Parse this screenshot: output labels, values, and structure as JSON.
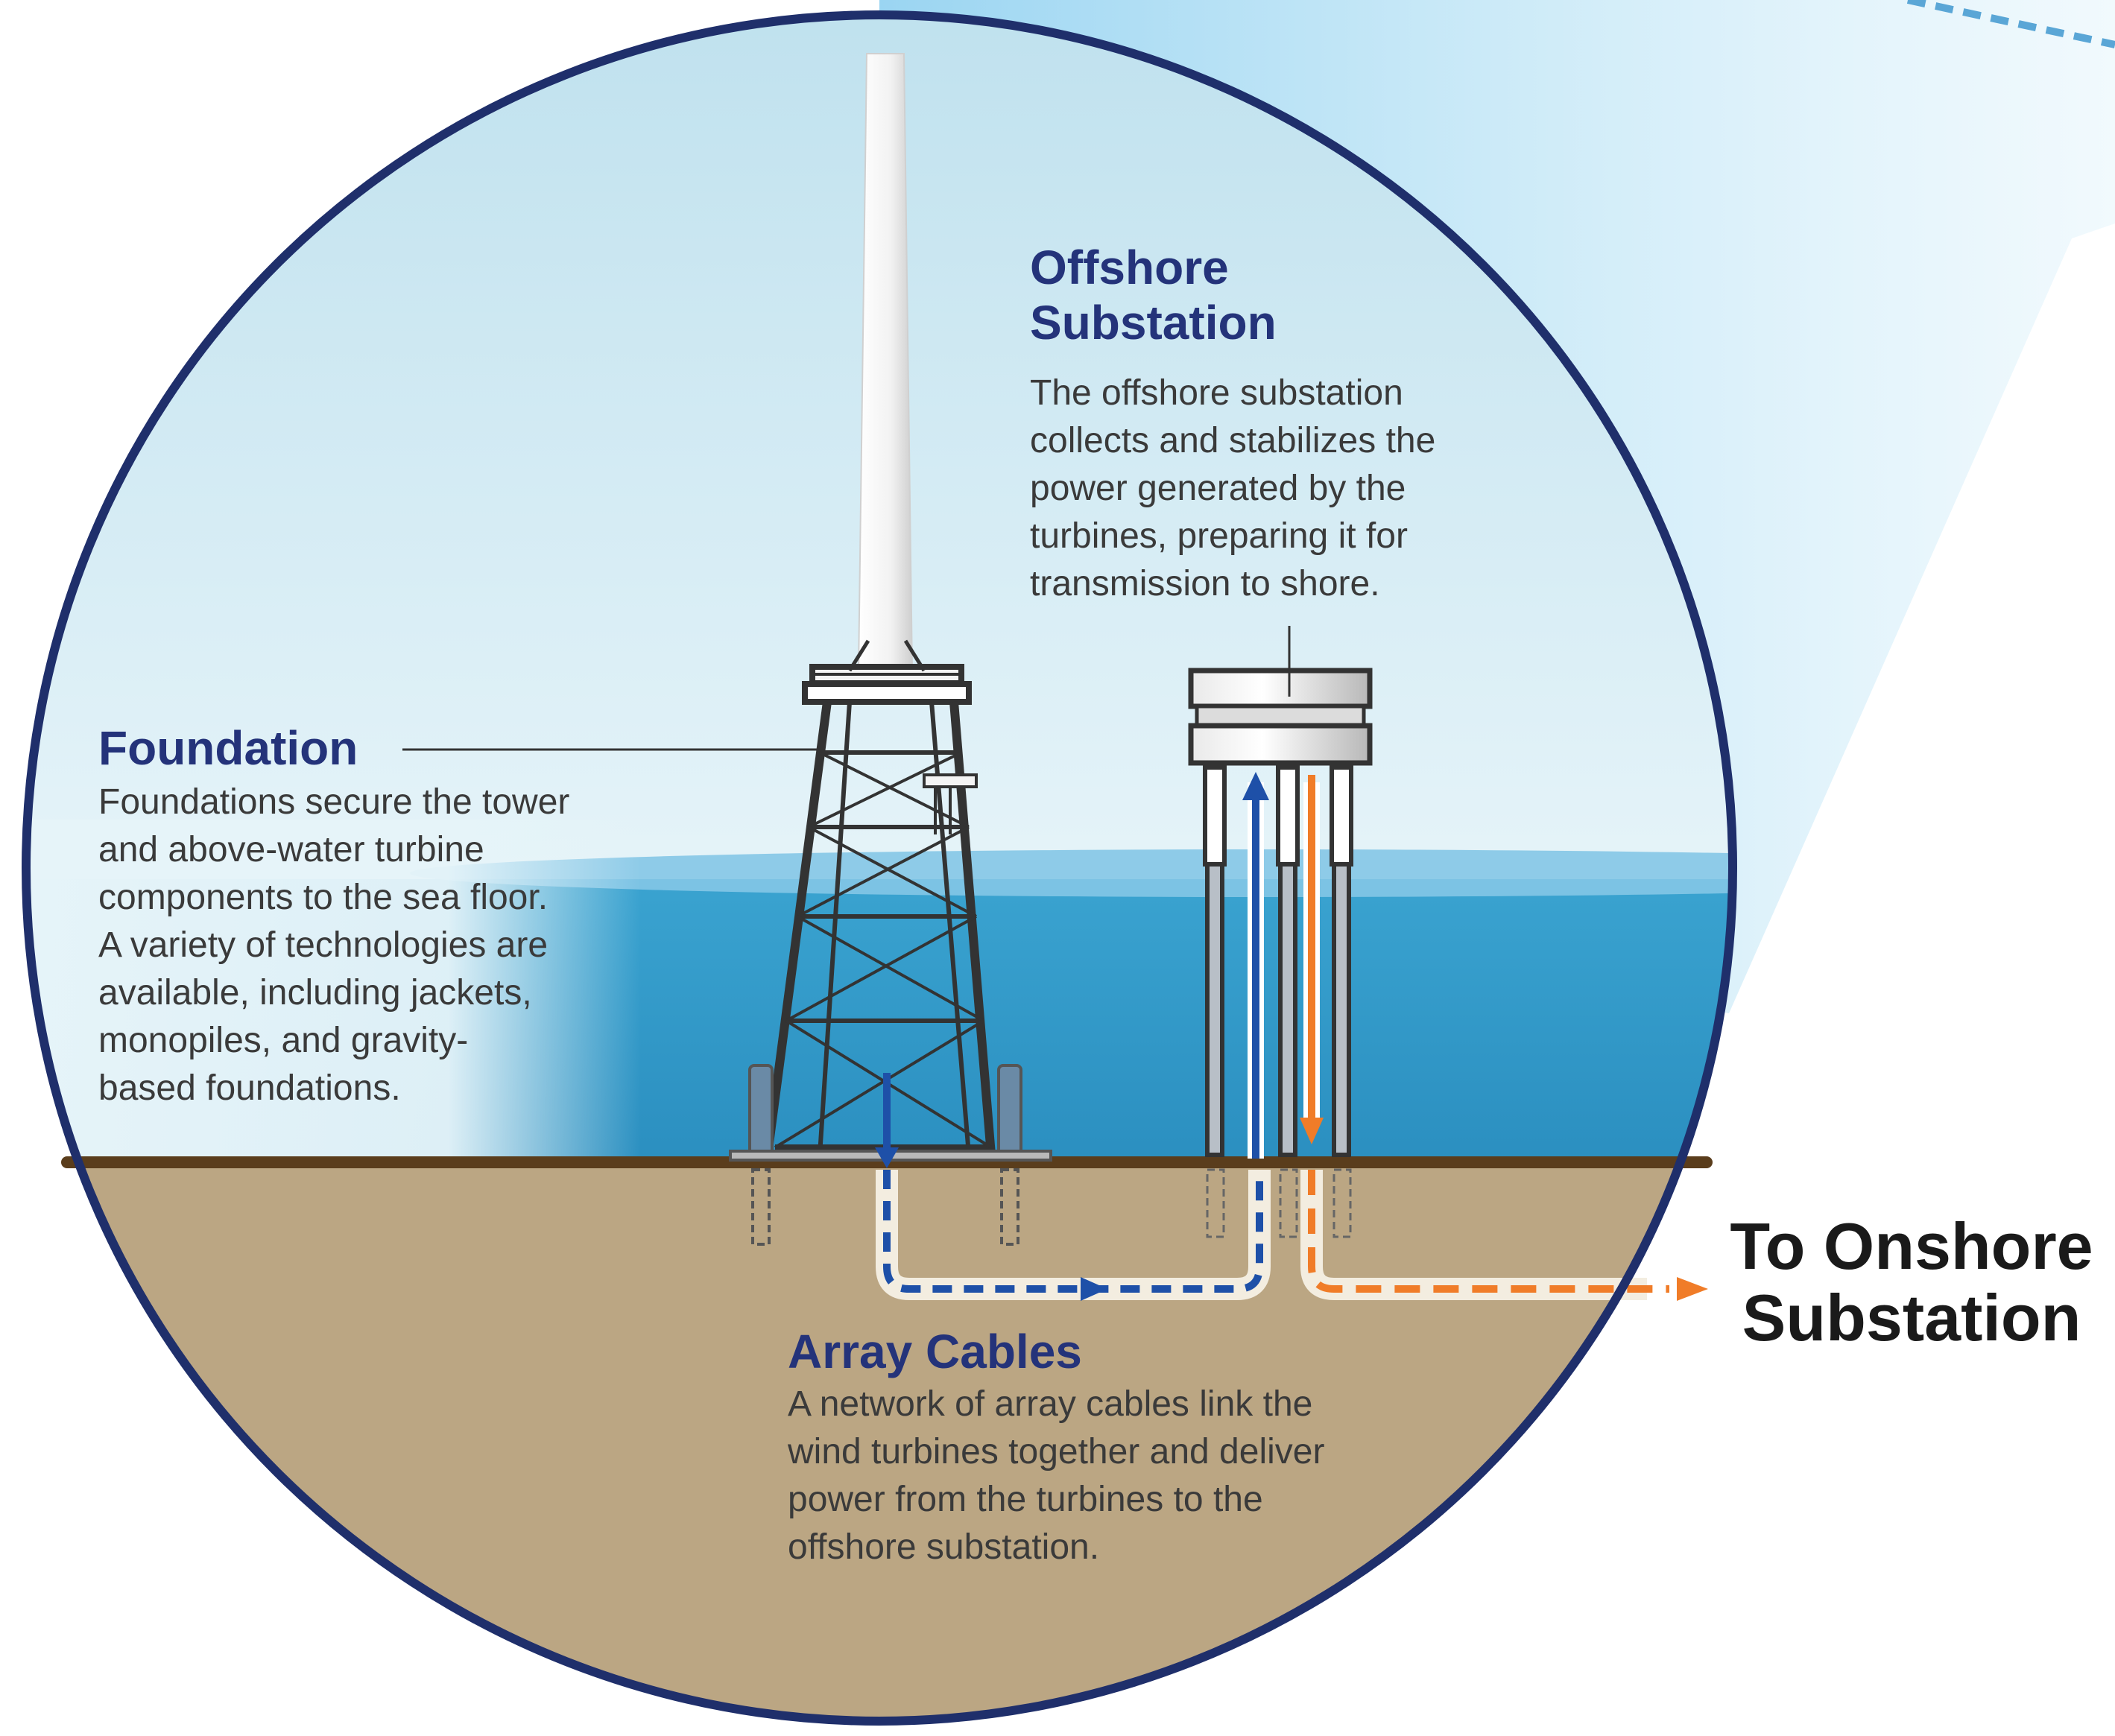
{
  "colors": {
    "circle_outline": "#1f2f6b",
    "sky": "#cde8f2",
    "sea_surface": "#7cc1e4",
    "sea": "#2e98c8",
    "seabed_line": "#5a3d1c",
    "seabed": "#bba683",
    "array_cable": "#1e50a8",
    "export_cable": "#f07c28",
    "heading": "#24337a",
    "body_text": "#3a3a3a"
  },
  "offshore_substation": {
    "title_lines": [
      "Offshore",
      "Substation"
    ],
    "body_lines": [
      "The offshore substation",
      "collects and stabilizes the",
      "power generated by the",
      "turbines, preparing it for",
      "transmission to shore."
    ]
  },
  "foundation": {
    "title": "Foundation",
    "body_lines": [
      "Foundations secure the tower",
      "and above-water turbine",
      "components to the sea floor.",
      "A variety of technologies are",
      "available, including jackets,",
      "monopiles, and gravity-",
      "based foundations."
    ]
  },
  "array_cables": {
    "title": "Array Cables",
    "body_lines": [
      "A network of array cables link the",
      "wind turbines together and deliver",
      "power from the turbines to the",
      "offshore substation."
    ]
  },
  "onshore": {
    "lines": [
      "To Onshore",
      "Substation"
    ]
  },
  "icons": {
    "tower": "wind-turbine-tower-icon",
    "jacket": "jacket-foundation-icon",
    "substation": "offshore-substation-platform-icon"
  }
}
